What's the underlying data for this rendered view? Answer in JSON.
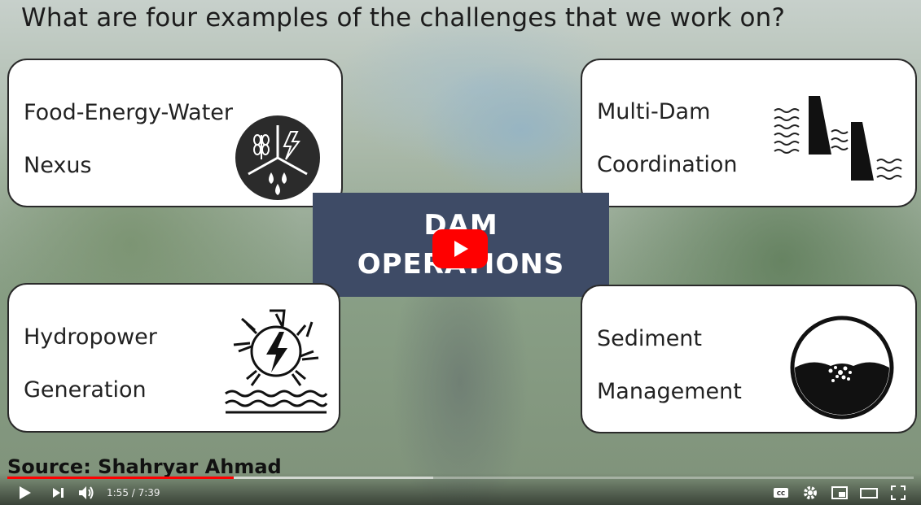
{
  "slide": {
    "title": "What are four examples of the challenges that we work on?",
    "center": {
      "line1": "DAM",
      "line2": "OPERATIONS"
    },
    "cards": {
      "top_left": {
        "line1": "Food-Energy-Water",
        "line2": "Nexus",
        "icon": "food-energy-water-icon"
      },
      "top_right": {
        "line1": "Multi-Dam",
        "line2": "Coordination",
        "icon": "multi-dam-icon"
      },
      "bottom_left": {
        "line1": "Hydropower",
        "line2": "Generation",
        "icon": "hydropower-turbine-icon"
      },
      "bottom_right": {
        "line1": "Sediment",
        "line2": "Management",
        "icon": "sediment-icon"
      }
    },
    "source": "Source: Shahryar Ahmad"
  },
  "player": {
    "time": "1:55 / 7:39",
    "progress_fraction": 0.25,
    "buffered_fraction": 0.47,
    "accent_color": "#ff0000",
    "icons": [
      "play-icon",
      "next-icon",
      "volume-icon",
      "captions-icon",
      "settings-icon",
      "miniplayer-icon",
      "theater-icon",
      "fullscreen-icon"
    ]
  }
}
